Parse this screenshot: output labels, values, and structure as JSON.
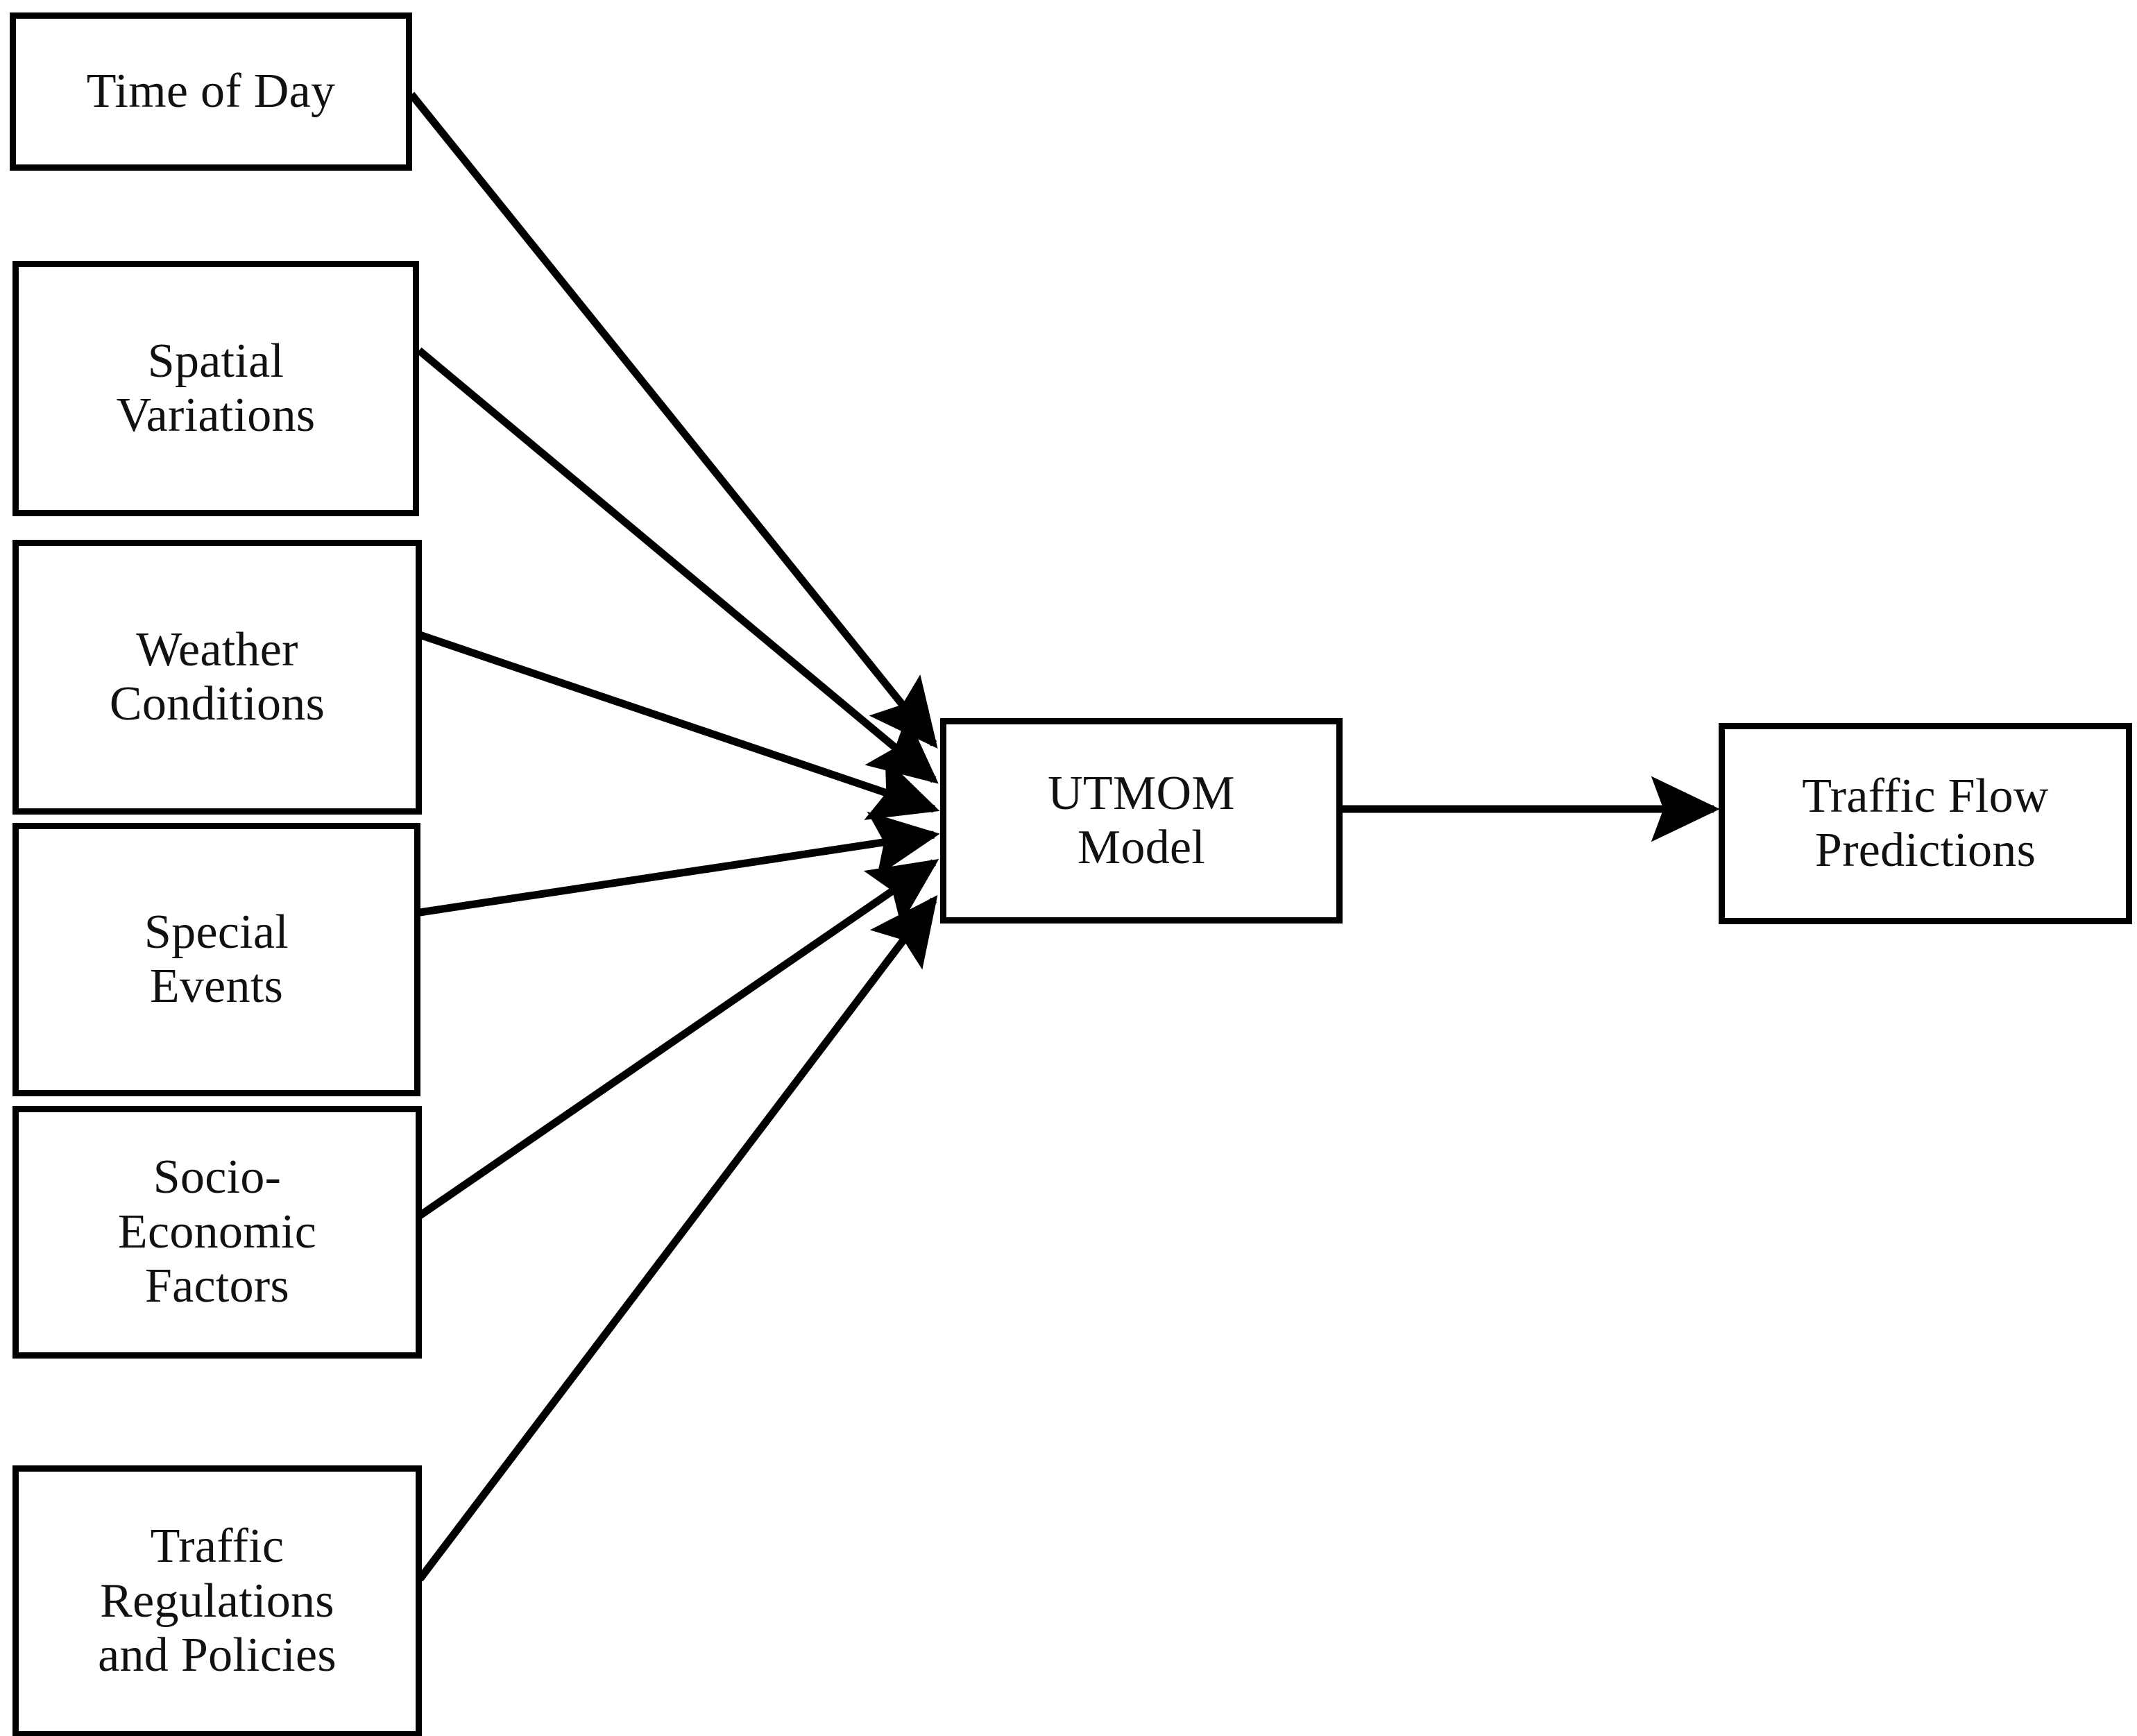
{
  "diagram": {
    "type": "flow-diagram",
    "title": "UTMOM Model traffic flow prediction inputs",
    "background_color": "#ffffff",
    "line_color": "#000000",
    "box_border_color": "#000000",
    "text_color": "#111111"
  },
  "inputs": [
    {
      "id": "time-of-day",
      "label": "Time of Day"
    },
    {
      "id": "spatial-variations",
      "label": "Spatial\nVariations"
    },
    {
      "id": "weather-conditions",
      "label": "Weather\nConditions"
    },
    {
      "id": "special-events",
      "label": "Special\nEvents"
    },
    {
      "id": "socio-economic",
      "label": "Socio-\nEconomic\nFactors"
    },
    {
      "id": "traffic-regulations",
      "label": "Traffic\nRegulations\nand Policies"
    }
  ],
  "model": {
    "id": "utmom-model",
    "label": "UTMOM\nModel"
  },
  "output": {
    "id": "traffic-flow-predictions",
    "label": "Traffic Flow\nPredictions"
  },
  "edges": [
    {
      "from": "time-of-day",
      "to": "utmom-model",
      "arrow": "single"
    },
    {
      "from": "spatial-variations",
      "to": "utmom-model",
      "arrow": "single"
    },
    {
      "from": "weather-conditions",
      "to": "utmom-model",
      "arrow": "single"
    },
    {
      "from": "special-events",
      "to": "utmom-model",
      "arrow": "single"
    },
    {
      "from": "socio-economic",
      "to": "utmom-model",
      "arrow": "single"
    },
    {
      "from": "traffic-regulations",
      "to": "utmom-model",
      "arrow": "single"
    },
    {
      "from": "utmom-model",
      "to": "traffic-flow-predictions",
      "arrow": "single"
    }
  ]
}
